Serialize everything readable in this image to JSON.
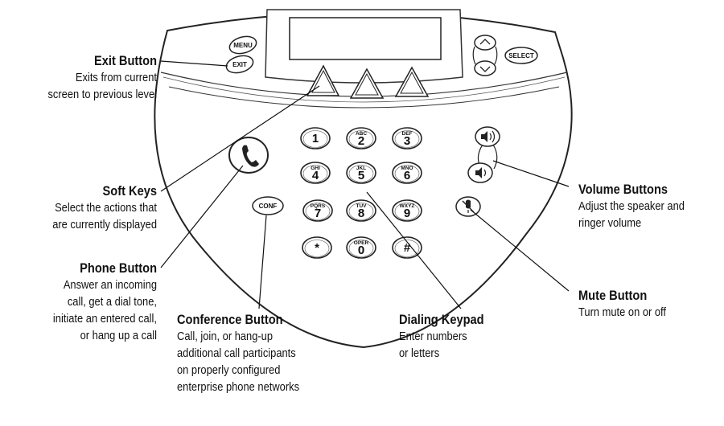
{
  "phone": {
    "menu_label": "MENU",
    "exit_label": "EXIT",
    "select_label": "SELECT",
    "conf_label": "CONF",
    "keypad": [
      {
        "digit": "1",
        "letters": ""
      },
      {
        "digit": "2",
        "letters": "ABC"
      },
      {
        "digit": "3",
        "letters": "DEF"
      },
      {
        "digit": "4",
        "letters": "GHI"
      },
      {
        "digit": "5",
        "letters": "JKL"
      },
      {
        "digit": "6",
        "letters": "MNO"
      },
      {
        "digit": "7",
        "letters": "PQRS"
      },
      {
        "digit": "8",
        "letters": "TUV"
      },
      {
        "digit": "9",
        "letters": "WXYZ"
      },
      {
        "digit": "*",
        "letters": ""
      },
      {
        "digit": "0",
        "letters": "OPER"
      },
      {
        "digit": "#",
        "letters": ""
      }
    ]
  },
  "callouts": {
    "exit": {
      "title": "Exit Button",
      "lines": [
        "Exits from current",
        "screen to previous level"
      ]
    },
    "softkeys": {
      "title": "Soft Keys",
      "lines": [
        "Select the actions that",
        "are currently displayed"
      ]
    },
    "phone": {
      "title": "Phone Button",
      "lines": [
        "Answer an incoming",
        "call, get a dial tone,",
        "initiate an entered call,",
        "or hang up a call"
      ]
    },
    "conference": {
      "title": "Conference Button",
      "lines": [
        "Call, join, or hang-up",
        "additional call participants",
        "on properly configured",
        "enterprise phone networks"
      ]
    },
    "keypad": {
      "title": "Dialing Keypad",
      "lines": [
        "Enter numbers",
        "or letters"
      ]
    },
    "mute": {
      "title": "Mute Button",
      "lines": [
        "Turn mute on or off"
      ]
    },
    "volume": {
      "title": "Volume Buttons",
      "lines": [
        "Adjust the speaker and",
        "ringer volume"
      ]
    }
  }
}
